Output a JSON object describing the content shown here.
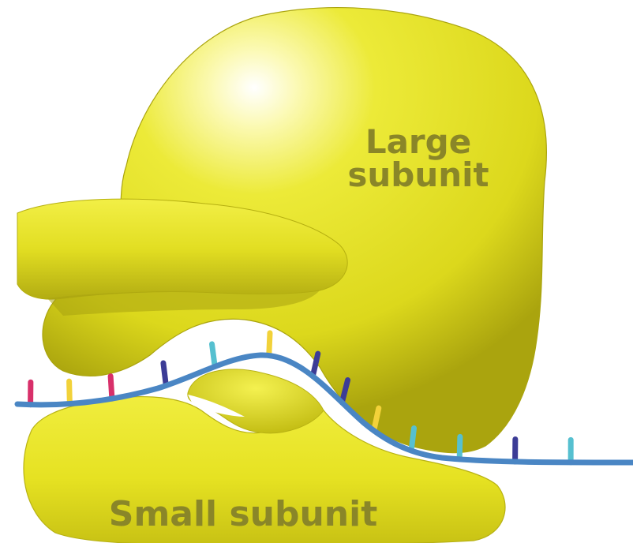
{
  "labels": {
    "large": [
      "Large",
      "subunit"
    ],
    "small": "Small subunit"
  },
  "colors": {
    "subunit_fill": "#e8e420",
    "subunit_dark": "#b3ad10",
    "label_text": "#8a8628",
    "mrna_strand": "#4a86c4",
    "base_colors": [
      "#d8306a",
      "#f2d23a",
      "#3c3c96",
      "#56c0d0"
    ]
  },
  "mrna_bases": [
    "#d8306a",
    "#f2d23a",
    "#d8306a",
    "#3c3c96",
    "#56c0d0",
    "#f2d23a",
    "#3c3c96",
    "#3c3c96",
    "#f2d23a",
    "#56c0d0",
    "#56c0d0",
    "#3c3c96",
    "#56c0d0"
  ]
}
